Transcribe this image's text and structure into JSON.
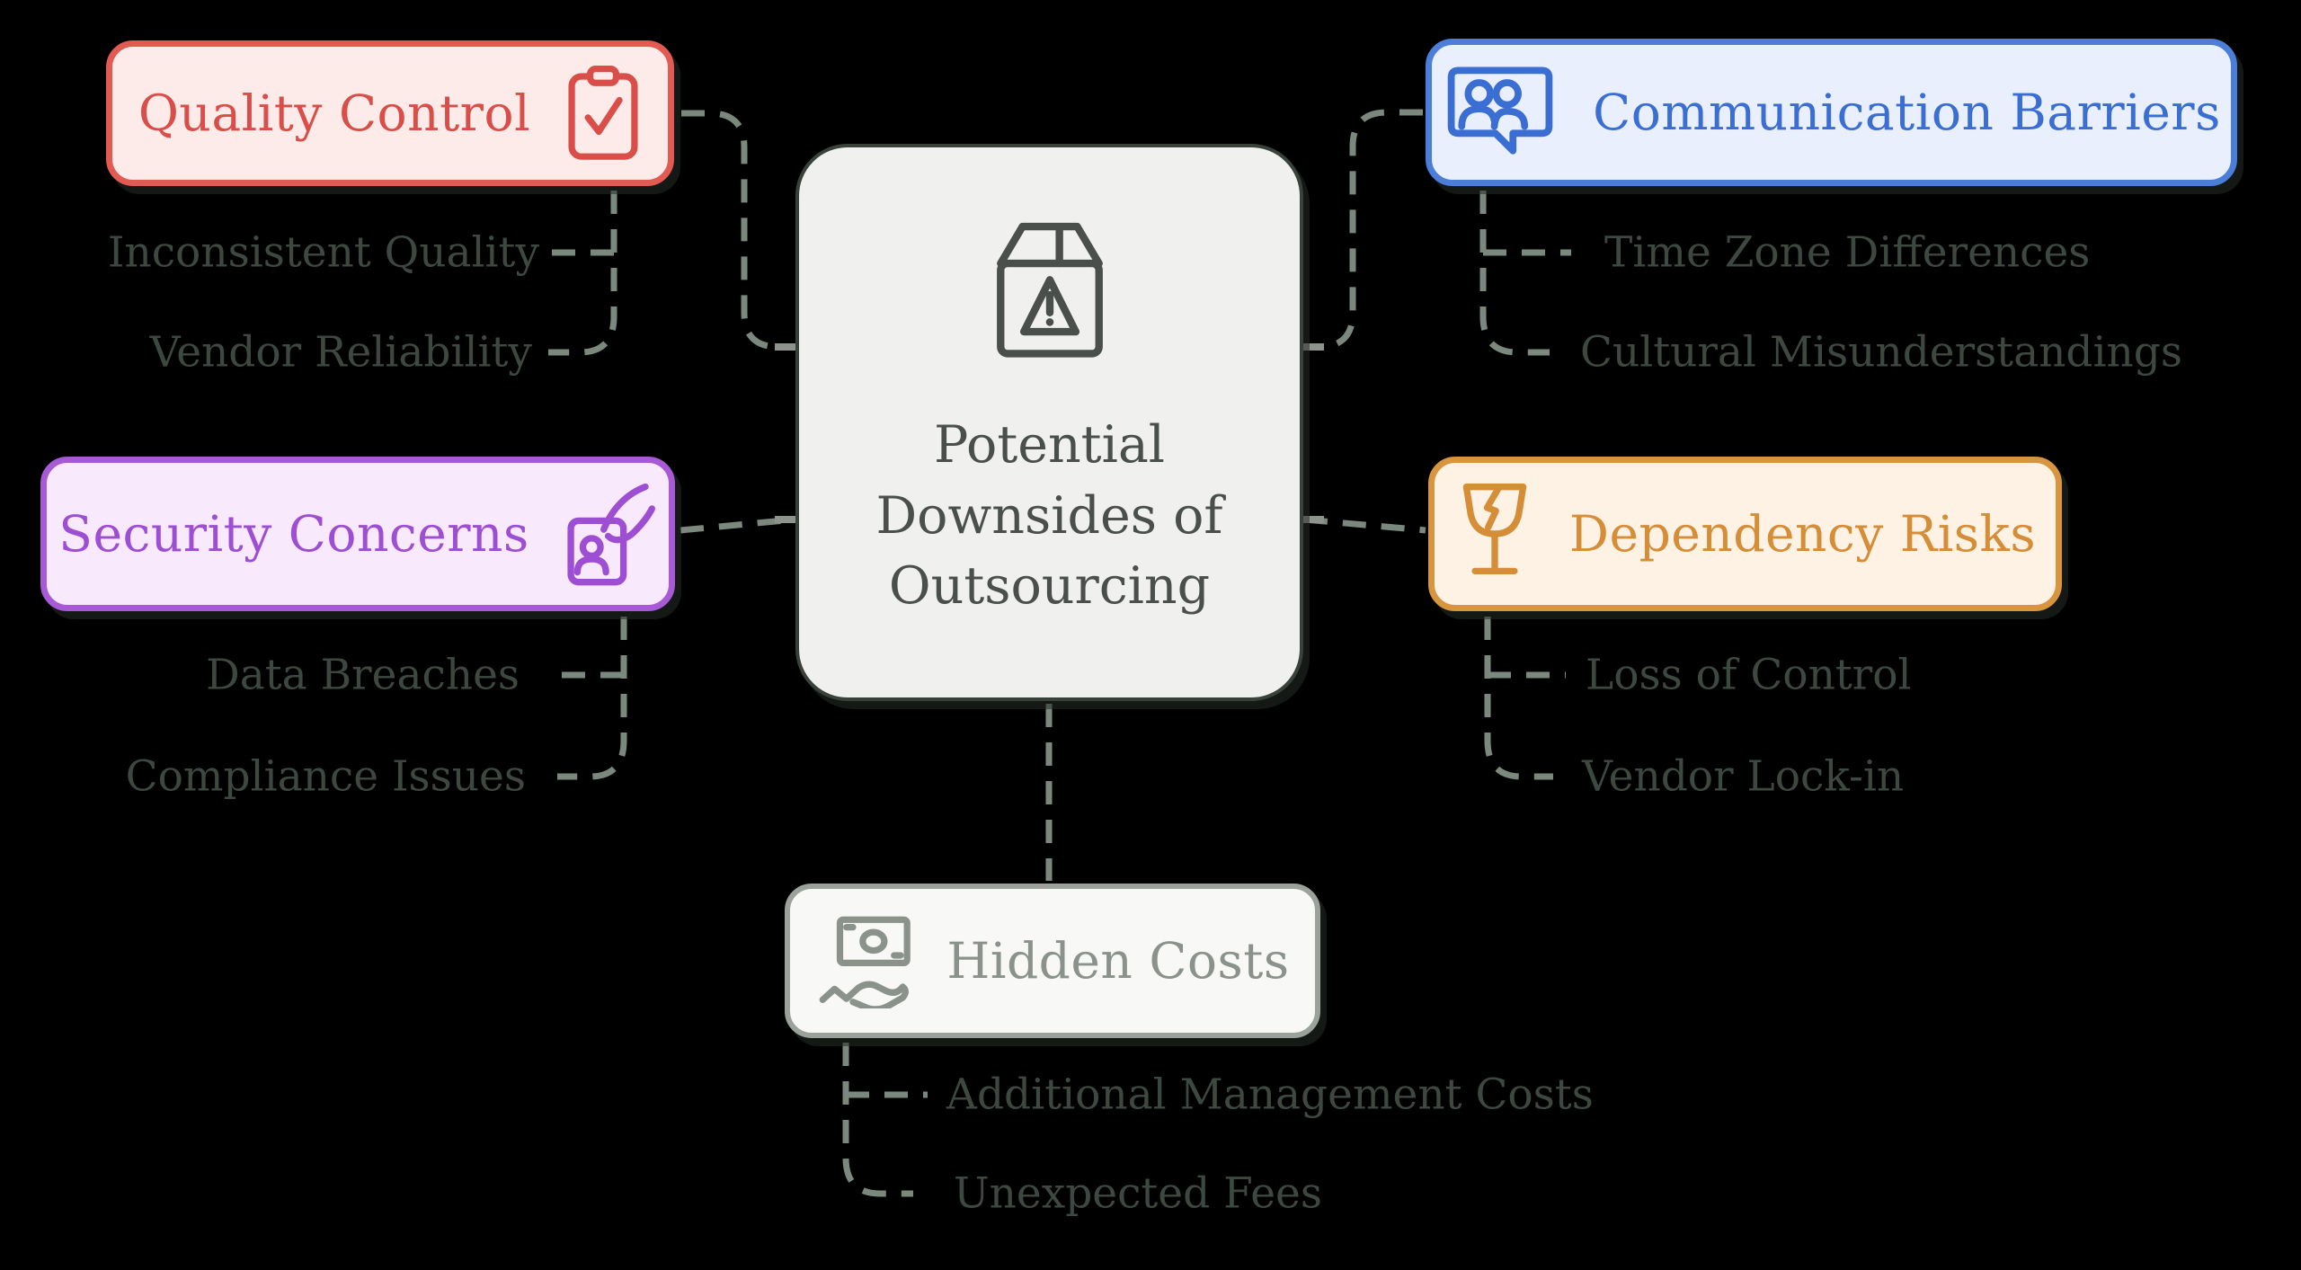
{
  "canvas": {
    "background": "#000000"
  },
  "diagram_type": "mindmap",
  "center": {
    "label": "Potential Downsides of Outsourcing",
    "icon": "package-warning-icon",
    "colors": {
      "bg": "#f0f1ee",
      "text": "#4a4f4b",
      "border": "#39413b"
    }
  },
  "connector": {
    "color": "#7b887d",
    "tick_color": "#8e938e"
  },
  "subitem_text_color": "#3d4840",
  "branches": [
    {
      "id": "quality-control",
      "label": "Quality Control",
      "icon": "clipboard-check-icon",
      "colors": {
        "bg": "#fcebe9",
        "border": "#e15b52",
        "text": "#d94e48"
      },
      "items": [
        {
          "label": "Inconsistent Quality"
        },
        {
          "label": "Vendor Reliability"
        }
      ]
    },
    {
      "id": "communication-barriers",
      "label": "Communication Barriers",
      "icon": "people-chat-bubble-icon",
      "colors": {
        "bg": "#e9effc",
        "border": "#4a7ed9",
        "text": "#3b6ed2"
      },
      "items": [
        {
          "label": "Time Zone Differences"
        },
        {
          "label": "Cultural Misunderstandings"
        }
      ]
    },
    {
      "id": "security-concerns",
      "label": "Security Concerns",
      "icon": "id-badge-hand-icon",
      "colors": {
        "bg": "#f8eafc",
        "border": "#a85ad6",
        "text": "#9d4ed2"
      },
      "items": [
        {
          "label": "Data Breaches"
        },
        {
          "label": "Compliance Issues"
        }
      ]
    },
    {
      "id": "dependency-risks",
      "label": "Dependency Risks",
      "icon": "fragile-glass-icon",
      "colors": {
        "bg": "#fdf2e4",
        "border": "#d99440",
        "text": "#d58d38"
      },
      "items": [
        {
          "label": "Loss of Control"
        },
        {
          "label": "Vendor Lock-in"
        }
      ]
    },
    {
      "id": "hidden-costs",
      "label": "Hidden Costs",
      "icon": "money-hand-icon",
      "colors": {
        "bg": "#f8f9f7",
        "border": "#9ba29b",
        "text": "#8b918b"
      },
      "items": [
        {
          "label": "Additional Management Costs"
        },
        {
          "label": "Unexpected Fees"
        }
      ]
    }
  ]
}
